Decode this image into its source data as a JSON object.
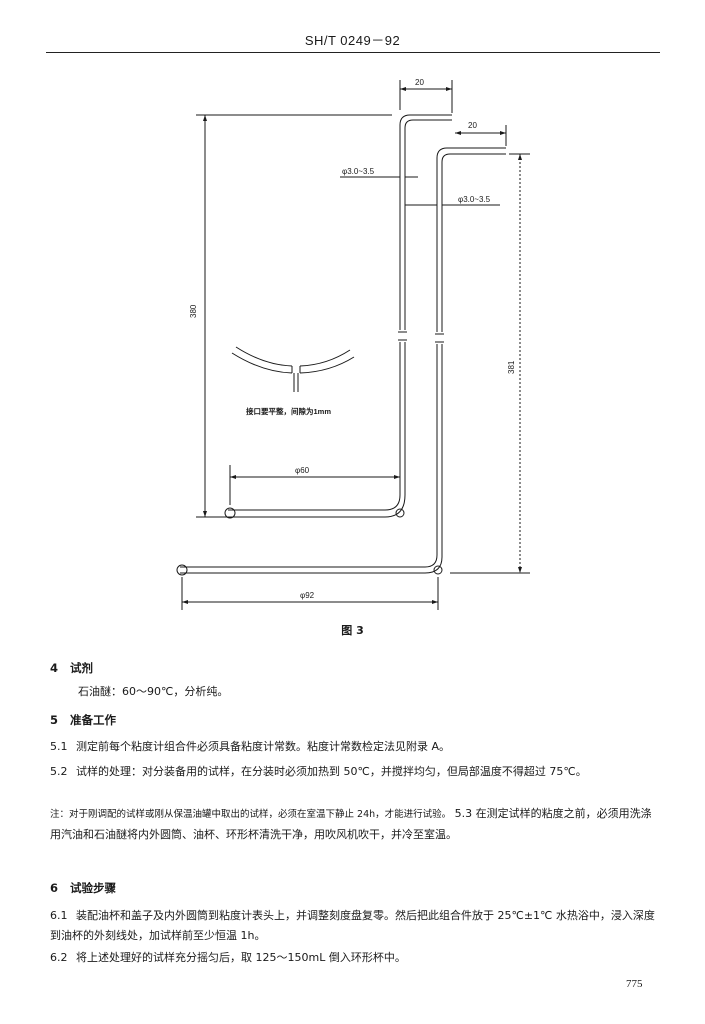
{
  "header": {
    "doc_code": "SH/T 0249－92"
  },
  "figure": {
    "dim_20_a": "20",
    "dim_20_b": "20",
    "dim_dia_inner": "φ3.0~3.5",
    "dim_dia_outer": "φ3.0~3.5",
    "dim_380": "380",
    "dim_381": "381",
    "dim_60": "φ60",
    "dim_92": "φ92",
    "joint_note": "接口要平整，间隙为1mm",
    "caption": "图 3"
  },
  "section4": {
    "num": "4",
    "title": "试剂"
  },
  "section4_text": "石油醚：60～90℃，分析纯。",
  "section5": {
    "num": "5",
    "title": "准备工作"
  },
  "p51": {
    "num": "5.1",
    "text": "测定前每个粘度计组合件必须具备粘度计常数。粘度计常数检定法见附录 A。"
  },
  "p52": {
    "num": "5.2",
    "text": "试样的处理：对分装备用的试样，在分装时必须加热到 50℃，并搅拌均匀，但局部温度不得超过 75℃。"
  },
  "note": "注：对于刚调配的试样或刚从保温油罐中取出的试样，必须在室温下静止 24h，才能进行试验。",
  "p53": {
    "num": "5.3",
    "text": "在测定试样的粘度之前，必须用洗涤用汽油和石油醚将内外圆筒、油杯、环形杯清洗干净，用吹风机吹干，并冷至室温。"
  },
  "section6": {
    "num": "6",
    "title": "试验步骤"
  },
  "p61": {
    "num": "6.1",
    "text": "装配油杯和盖子及内外圆筒到粘度计表头上，并调整刻度盘复零。然后把此组合件放于 25℃±1℃ 水热浴中，浸入深度到油杯的外刻线处，加试样前至少恒温 1h。"
  },
  "p62": {
    "num": "6.2",
    "text": "将上述处理好的试样充分摇匀后，取 125～150mL 倒入环形杯中。"
  },
  "page_number": "775"
}
